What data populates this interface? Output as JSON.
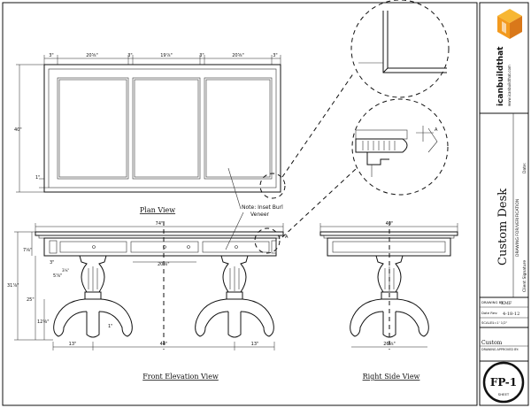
{
  "plan_view": {
    "title": "Plan View",
    "dims_top": [
      "3\"",
      "20⅝\"",
      "3\"",
      "19⅞\"",
      "3\"",
      "20⅝\"",
      "3\""
    ],
    "dim_left_outer": "40\"",
    "dim_left_inner": "1\""
  },
  "front_view": {
    "title": "Front Elevation View",
    "dim_top": "74\"",
    "dim_height": "31⅞\"",
    "dim_apron": "7⅛\"",
    "dim_drawer": "20⅝\"",
    "dim_3": "3\"",
    "dim_small": "5⅞\"",
    "dim_sub": "3⅛\"",
    "dim_25": "25\"",
    "dim_base": "12⅛\"",
    "dim_foot": "1\"",
    "dim_bottom": [
      "13\"",
      "44\"",
      "13\""
    ]
  },
  "side_view": {
    "title": "Right Side View",
    "dim_top": "40\"",
    "dim_bottom": "26⅛\""
  },
  "note": {
    "line1": "Note: Inset Burl",
    "line2": "Veneer"
  },
  "detail_label": "A",
  "title_block": {
    "brand": "icanbuildthat",
    "brand_url": "www.icanbuildthat.com",
    "project_title": "Custom Desk",
    "drawing_for_label": "DRAWING FOR/VERIFICATION",
    "date_label": "Date:",
    "client_sig_label": "Client Signature",
    "drawing_by_label": "DRAWING BY:",
    "drawing_by_value": "KMF",
    "date_rev_label": "Date Rev:",
    "date_rev_value": "4-18-12",
    "scale_label": "SCALE:",
    "scale_value": "1=1' 1/2\"",
    "type_value": "Custom",
    "approved_label": "DRAWING APPROVED BY:",
    "sheet_id": "FP-1",
    "sheet_label": "SHEET"
  },
  "colors": {
    "logo_orange": "#f39a1e",
    "logo_dark": "#d9781a",
    "line": "#111111"
  }
}
